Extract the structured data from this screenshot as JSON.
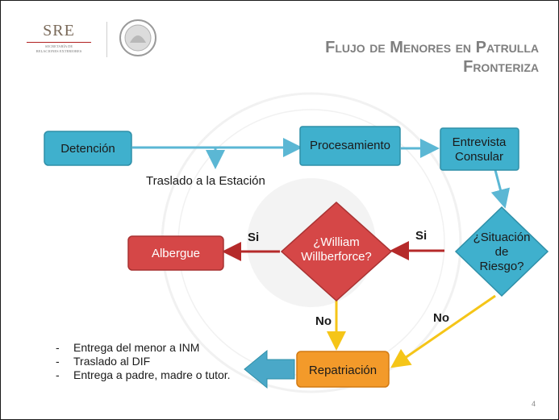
{
  "header": {
    "logo_text": "SRE",
    "logo_subtext_line1": "SECRETARÍA DE",
    "logo_subtext_line2": "RELACIONES EXTERIORES",
    "title_line1": "Flujo de Menores en Patrulla",
    "title_line2": "Fronteriza"
  },
  "nodes": {
    "detencion": "Detención",
    "procesamiento": "Procesamiento",
    "entrevista_line1": "Entrevista",
    "entrevista_line2": "Consular",
    "situacion_line1": "¿Situación",
    "situacion_line2": "de",
    "situacion_line3": "Riesgo?",
    "william_line1": "¿William",
    "william_line2": "Willberforce?",
    "albergue": "Albergue",
    "repatriacion": "Repatriación"
  },
  "edge_labels": {
    "traslado_estacion": "Traslado a la Estación",
    "si_situacion": "Si",
    "si_william": "Si",
    "no_william": "No",
    "no_situacion": "No"
  },
  "outcomes": [
    "Entrega del menor a INM",
    "Traslado al DIF",
    "Entrega a padre, madre o tutor."
  ],
  "page_number": "4",
  "colors": {
    "blue_fill": "#3fb0cd",
    "blue_stroke": "#2f8fa8",
    "red_fill": "#d54747",
    "orange_fill": "#f39a2a",
    "yellow_arrow": "#f5c518",
    "red_arrow": "#b52a2a",
    "title_gray": "#7f7f7f"
  }
}
